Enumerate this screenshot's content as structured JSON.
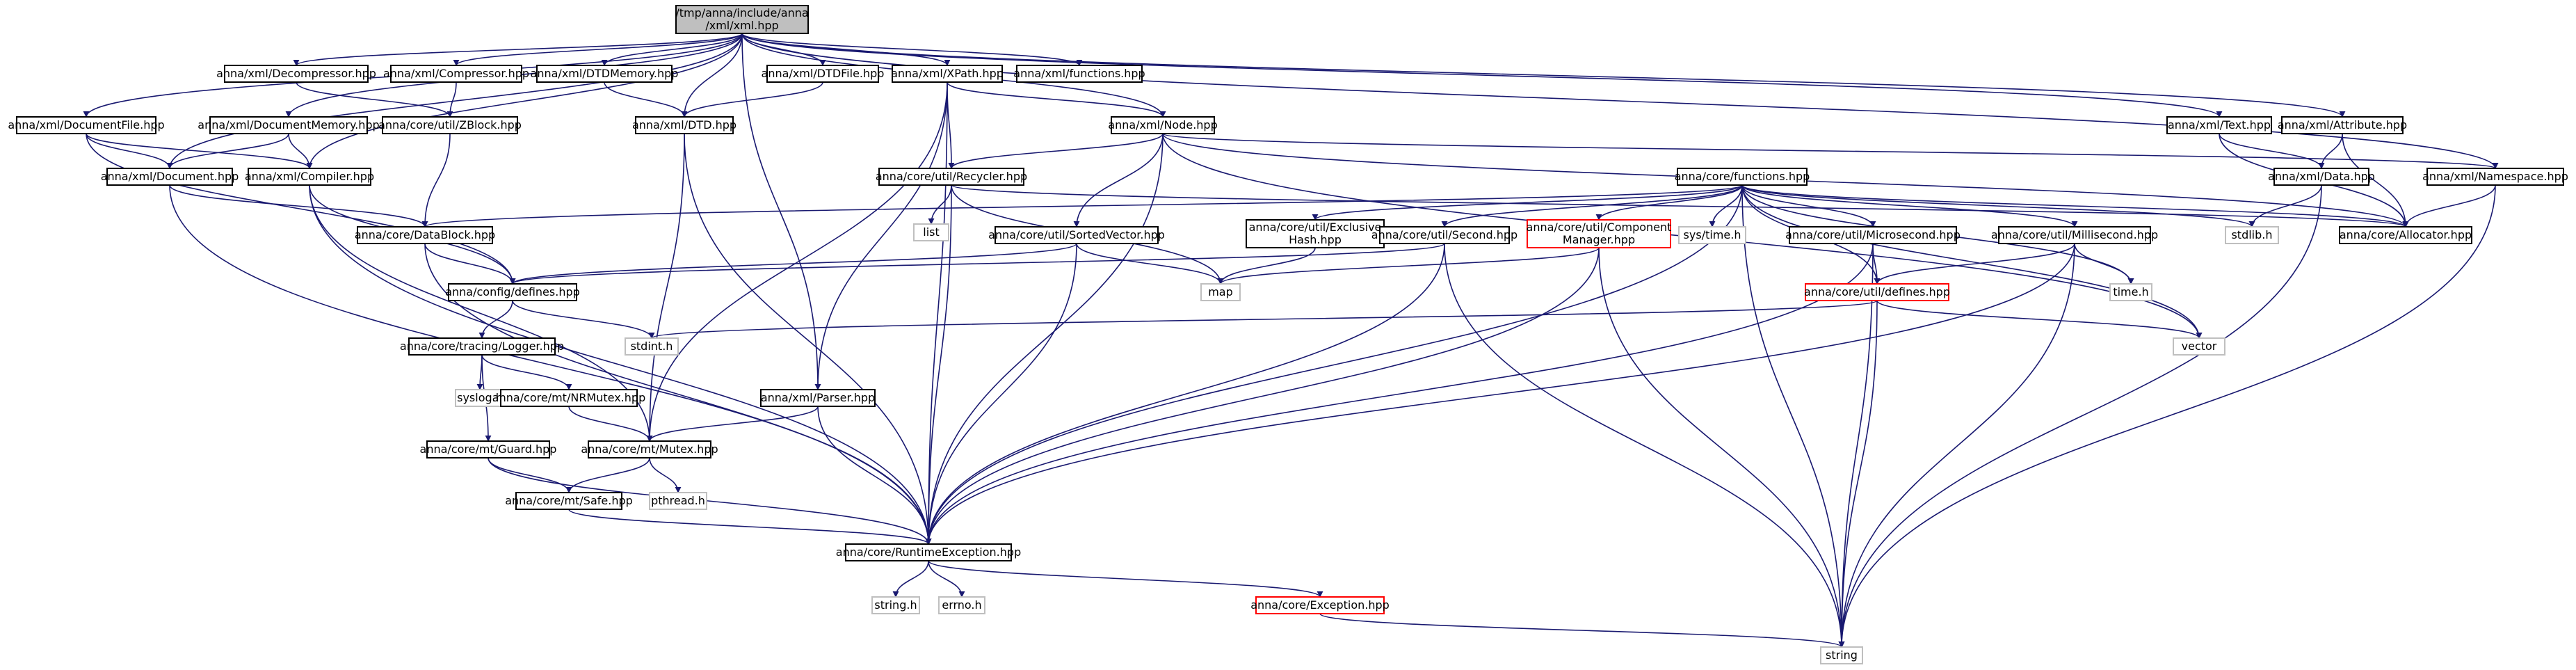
{
  "graph": {
    "nodes": [
      {
        "id": "root",
        "lines": [
          "/tmp/anna/include/anna",
          "/xml/xml.hpp"
        ],
        "style": "root"
      },
      {
        "id": "decompressor",
        "lines": [
          "anna/xml/Decompressor.hpp"
        ],
        "style": "normal"
      },
      {
        "id": "compressor",
        "lines": [
          "anna/xml/Compressor.hpp"
        ],
        "style": "normal"
      },
      {
        "id": "dtdmemory",
        "lines": [
          "anna/xml/DTDMemory.hpp"
        ],
        "style": "normal"
      },
      {
        "id": "dtdfile",
        "lines": [
          "anna/xml/DTDFile.hpp"
        ],
        "style": "normal"
      },
      {
        "id": "xpath",
        "lines": [
          "anna/xml/XPath.hpp"
        ],
        "style": "normal"
      },
      {
        "id": "xmlfunctions",
        "lines": [
          "anna/xml/functions.hpp"
        ],
        "style": "normal"
      },
      {
        "id": "documentfile",
        "lines": [
          "anna/xml/DocumentFile.hpp"
        ],
        "style": "normal"
      },
      {
        "id": "documentmemory",
        "lines": [
          "anna/xml/DocumentMemory.hpp"
        ],
        "style": "normal"
      },
      {
        "id": "zblock",
        "lines": [
          "anna/core/util/ZBlock.hpp"
        ],
        "style": "normal"
      },
      {
        "id": "dtd",
        "lines": [
          "anna/xml/DTD.hpp"
        ],
        "style": "normal"
      },
      {
        "id": "node",
        "lines": [
          "anna/xml/Node.hpp"
        ],
        "style": "normal"
      },
      {
        "id": "text",
        "lines": [
          "anna/xml/Text.hpp"
        ],
        "style": "normal"
      },
      {
        "id": "attribute",
        "lines": [
          "anna/xml/Attribute.hpp"
        ],
        "style": "normal"
      },
      {
        "id": "document",
        "lines": [
          "anna/xml/Document.hpp"
        ],
        "style": "normal"
      },
      {
        "id": "compiler",
        "lines": [
          "anna/xml/Compiler.hpp"
        ],
        "style": "normal"
      },
      {
        "id": "recycler",
        "lines": [
          "anna/core/util/Recycler.hpp"
        ],
        "style": "normal"
      },
      {
        "id": "corefunctions",
        "lines": [
          "anna/core/functions.hpp"
        ],
        "style": "normal"
      },
      {
        "id": "data",
        "lines": [
          "anna/xml/Data.hpp"
        ],
        "style": "normal"
      },
      {
        "id": "namespace",
        "lines": [
          "anna/xml/Namespace.hpp"
        ],
        "style": "normal"
      },
      {
        "id": "list",
        "lines": [
          "list"
        ],
        "style": "gray"
      },
      {
        "id": "exclusivehash",
        "lines": [
          "anna/core/util/Exclusive",
          "Hash.hpp"
        ],
        "style": "normal"
      },
      {
        "id": "stdlib",
        "lines": [
          "stdlib.h"
        ],
        "style": "gray"
      },
      {
        "id": "allocator",
        "lines": [
          "anna/core/Allocator.hpp"
        ],
        "style": "normal"
      },
      {
        "id": "datablock",
        "lines": [
          "anna/core/DataBlock.hpp"
        ],
        "style": "normal"
      },
      {
        "id": "sortedvector",
        "lines": [
          "anna/core/util/SortedVector.hpp"
        ],
        "style": "normal"
      },
      {
        "id": "second",
        "lines": [
          "anna/core/util/Second.hpp"
        ],
        "style": "normal"
      },
      {
        "id": "componentmanager",
        "lines": [
          "anna/core/util/Component",
          "Manager.hpp"
        ],
        "style": "red"
      },
      {
        "id": "systime",
        "lines": [
          "sys/time.h"
        ],
        "style": "gray"
      },
      {
        "id": "microsecond",
        "lines": [
          "anna/core/util/Microsecond.hpp"
        ],
        "style": "normal"
      },
      {
        "id": "millisecond",
        "lines": [
          "anna/core/util/Millisecond.hpp"
        ],
        "style": "normal"
      },
      {
        "id": "configdefines",
        "lines": [
          "anna/config/defines.hpp"
        ],
        "style": "normal"
      },
      {
        "id": "map",
        "lines": [
          "map"
        ],
        "style": "gray"
      },
      {
        "id": "utildefines",
        "lines": [
          "anna/core/util/defines.hpp"
        ],
        "style": "red"
      },
      {
        "id": "timeh",
        "lines": [
          "time.h"
        ],
        "style": "gray"
      },
      {
        "id": "logger",
        "lines": [
          "anna/core/tracing/Logger.hpp"
        ],
        "style": "normal"
      },
      {
        "id": "stdint",
        "lines": [
          "stdint.h"
        ],
        "style": "gray"
      },
      {
        "id": "vector",
        "lines": [
          "vector"
        ],
        "style": "gray"
      },
      {
        "id": "syslog",
        "lines": [
          "syslog.h"
        ],
        "style": "gray"
      },
      {
        "id": "nrmutex",
        "lines": [
          "anna/core/mt/NRMutex.hpp"
        ],
        "style": "normal"
      },
      {
        "id": "parser",
        "lines": [
          "anna/xml/Parser.hpp"
        ],
        "style": "normal"
      },
      {
        "id": "guard",
        "lines": [
          "anna/core/mt/Guard.hpp"
        ],
        "style": "normal"
      },
      {
        "id": "mutex",
        "lines": [
          "anna/core/mt/Mutex.hpp"
        ],
        "style": "normal"
      },
      {
        "id": "safe",
        "lines": [
          "anna/core/mt/Safe.hpp"
        ],
        "style": "normal"
      },
      {
        "id": "pthread",
        "lines": [
          "pthread.h"
        ],
        "style": "gray"
      },
      {
        "id": "runtimeexception",
        "lines": [
          "anna/core/RuntimeException.hpp"
        ],
        "style": "normal"
      },
      {
        "id": "stringh",
        "lines": [
          "string.h"
        ],
        "style": "gray"
      },
      {
        "id": "errno",
        "lines": [
          "errno.h"
        ],
        "style": "gray"
      },
      {
        "id": "exception",
        "lines": [
          "anna/core/Exception.hpp"
        ],
        "style": "red"
      },
      {
        "id": "string",
        "lines": [
          "string"
        ],
        "style": "gray"
      }
    ],
    "edges": [
      [
        "root",
        "decompressor"
      ],
      [
        "root",
        "compressor"
      ],
      [
        "root",
        "dtdmemory"
      ],
      [
        "root",
        "dtdfile"
      ],
      [
        "root",
        "xpath"
      ],
      [
        "root",
        "xmlfunctions"
      ],
      [
        "root",
        "documentfile"
      ],
      [
        "root",
        "documentmemory"
      ],
      [
        "root",
        "dtd"
      ],
      [
        "root",
        "node"
      ],
      [
        "root",
        "text"
      ],
      [
        "root",
        "attribute"
      ],
      [
        "root",
        "namespace"
      ],
      [
        "root",
        "document"
      ],
      [
        "root",
        "compiler"
      ],
      [
        "root",
        "parser"
      ],
      [
        "decompressor",
        "zblock"
      ],
      [
        "compressor",
        "zblock"
      ],
      [
        "dtdmemory",
        "dtd"
      ],
      [
        "dtdfile",
        "dtd"
      ],
      [
        "xpath",
        "node"
      ],
      [
        "xpath",
        "recycler"
      ],
      [
        "xpath",
        "parser"
      ],
      [
        "xpath",
        "mutex"
      ],
      [
        "xpath",
        "runtimeexception"
      ],
      [
        "documentfile",
        "document"
      ],
      [
        "documentfile",
        "compiler"
      ],
      [
        "documentfile",
        "configdefines"
      ],
      [
        "documentmemory",
        "document"
      ],
      [
        "documentmemory",
        "compiler"
      ],
      [
        "zblock",
        "datablock"
      ],
      [
        "dtd",
        "runtimeexception"
      ],
      [
        "dtd",
        "mutex"
      ],
      [
        "node",
        "recycler"
      ],
      [
        "node",
        "sortedvector"
      ],
      [
        "node",
        "runtimeexception"
      ],
      [
        "node",
        "namespace"
      ],
      [
        "node",
        "allocator"
      ],
      [
        "node",
        "vector"
      ],
      [
        "text",
        "data"
      ],
      [
        "text",
        "allocator"
      ],
      [
        "attribute",
        "data"
      ],
      [
        "attribute",
        "allocator"
      ],
      [
        "document",
        "datablock"
      ],
      [
        "document",
        "runtimeexception"
      ],
      [
        "compiler",
        "configdefines"
      ],
      [
        "compiler",
        "runtimeexception"
      ],
      [
        "compiler",
        "mutex"
      ],
      [
        "recycler",
        "list"
      ],
      [
        "recycler",
        "map"
      ],
      [
        "recycler",
        "runtimeexception"
      ],
      [
        "recycler",
        "allocator"
      ],
      [
        "corefunctions",
        "datablock"
      ],
      [
        "corefunctions",
        "exclusivehash"
      ],
      [
        "corefunctions",
        "second"
      ],
      [
        "corefunctions",
        "componentmanager"
      ],
      [
        "corefunctions",
        "systime"
      ],
      [
        "corefunctions",
        "microsecond"
      ],
      [
        "corefunctions",
        "millisecond"
      ],
      [
        "corefunctions",
        "utildefines"
      ],
      [
        "corefunctions",
        "stdlib"
      ],
      [
        "corefunctions",
        "timeh"
      ],
      [
        "corefunctions",
        "vector"
      ],
      [
        "corefunctions",
        "runtimeexception"
      ],
      [
        "corefunctions",
        "string"
      ],
      [
        "corefunctions",
        "allocator"
      ],
      [
        "data",
        "stdlib"
      ],
      [
        "data",
        "string"
      ],
      [
        "namespace",
        "allocator"
      ],
      [
        "namespace",
        "string"
      ],
      [
        "exclusivehash",
        "map"
      ],
      [
        "datablock",
        "configdefines"
      ],
      [
        "datablock",
        "runtimeexception"
      ],
      [
        "sortedvector",
        "map"
      ],
      [
        "sortedvector",
        "runtimeexception"
      ],
      [
        "sortedvector",
        "configdefines"
      ],
      [
        "second",
        "configdefines"
      ],
      [
        "second",
        "runtimeexception"
      ],
      [
        "second",
        "string"
      ],
      [
        "componentmanager",
        "map"
      ],
      [
        "componentmanager",
        "runtimeexception"
      ],
      [
        "componentmanager",
        "string"
      ],
      [
        "microsecond",
        "utildefines"
      ],
      [
        "microsecond",
        "runtimeexception"
      ],
      [
        "microsecond",
        "string"
      ],
      [
        "millisecond",
        "utildefines"
      ],
      [
        "millisecond",
        "timeh"
      ],
      [
        "millisecond",
        "runtimeexception"
      ],
      [
        "millisecond",
        "string"
      ],
      [
        "configdefines",
        "logger"
      ],
      [
        "configdefines",
        "stdint"
      ],
      [
        "utildefines",
        "stdint"
      ],
      [
        "utildefines",
        "vector"
      ],
      [
        "utildefines",
        "string"
      ],
      [
        "logger",
        "syslog"
      ],
      [
        "logger",
        "nrmutex"
      ],
      [
        "logger",
        "guard"
      ],
      [
        "nrmutex",
        "mutex"
      ],
      [
        "parser",
        "mutex"
      ],
      [
        "parser",
        "runtimeexception"
      ],
      [
        "guard",
        "safe"
      ],
      [
        "guard",
        "runtimeexception"
      ],
      [
        "mutex",
        "safe"
      ],
      [
        "mutex",
        "pthread"
      ],
      [
        "safe",
        "runtimeexception"
      ],
      [
        "runtimeexception",
        "stringh"
      ],
      [
        "runtimeexception",
        "errno"
      ],
      [
        "runtimeexception",
        "exception"
      ],
      [
        "exception",
        "string"
      ]
    ]
  }
}
